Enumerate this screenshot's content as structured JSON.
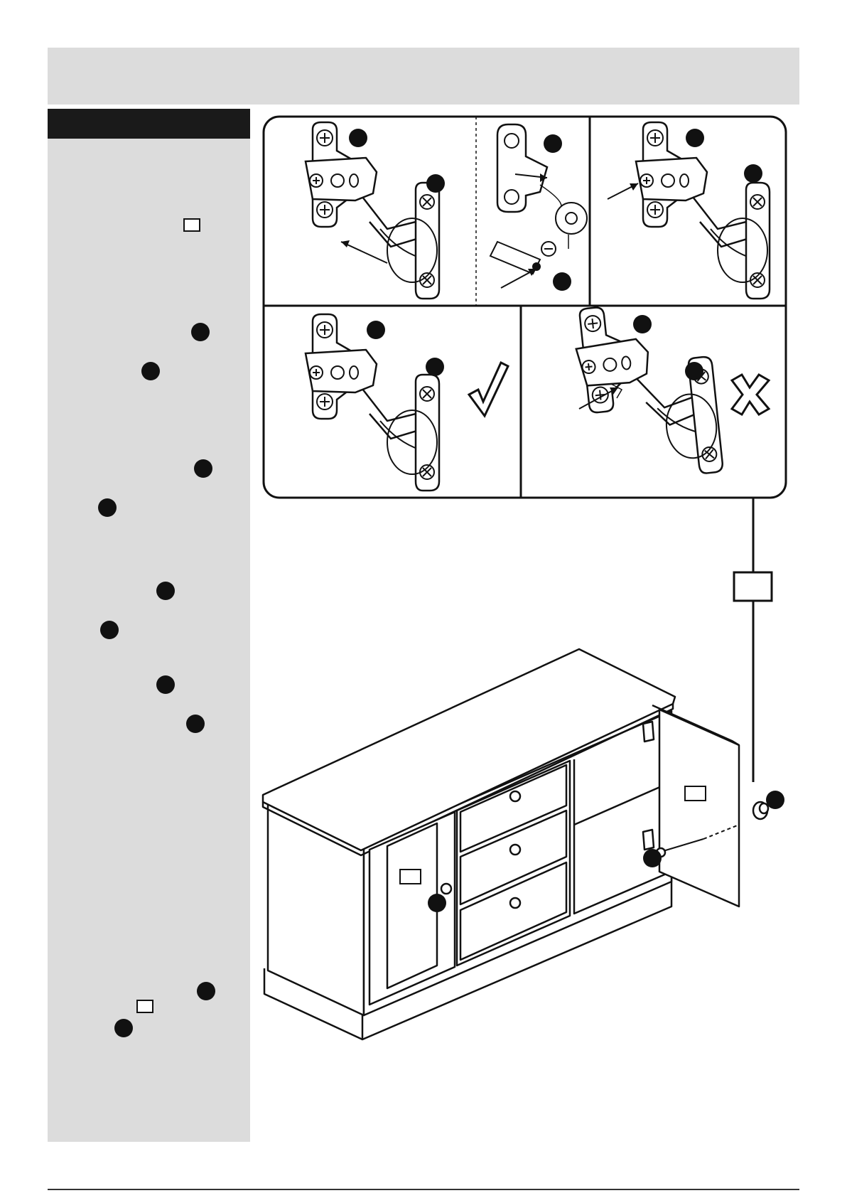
{
  "page": {
    "header_band": "",
    "sidebar_heading": ""
  },
  "sidebar": {
    "markers": [
      {
        "kind": "box"
      },
      {
        "kind": "dot"
      },
      {
        "kind": "dot"
      },
      {
        "kind": "dot"
      },
      {
        "kind": "dot"
      },
      {
        "kind": "dot"
      },
      {
        "kind": "dot"
      },
      {
        "kind": "dot"
      },
      {
        "kind": "dot"
      },
      {
        "kind": "dot"
      },
      {
        "kind": "box"
      },
      {
        "kind": "dot"
      }
    ]
  },
  "panels": [
    {
      "id": "hinge-align-arrow",
      "result": ""
    },
    {
      "id": "hinge-cam-detail",
      "result": ""
    },
    {
      "id": "hinge-adjust-screw",
      "result": ""
    },
    {
      "id": "hinge-correct",
      "result": "check"
    },
    {
      "id": "hinge-incorrect",
      "result": "cross"
    }
  ],
  "colors": {
    "sidebar_bg": "#dcdcdc",
    "sidebar_heading_bg": "#1a1a1a",
    "ink": "#111111"
  }
}
